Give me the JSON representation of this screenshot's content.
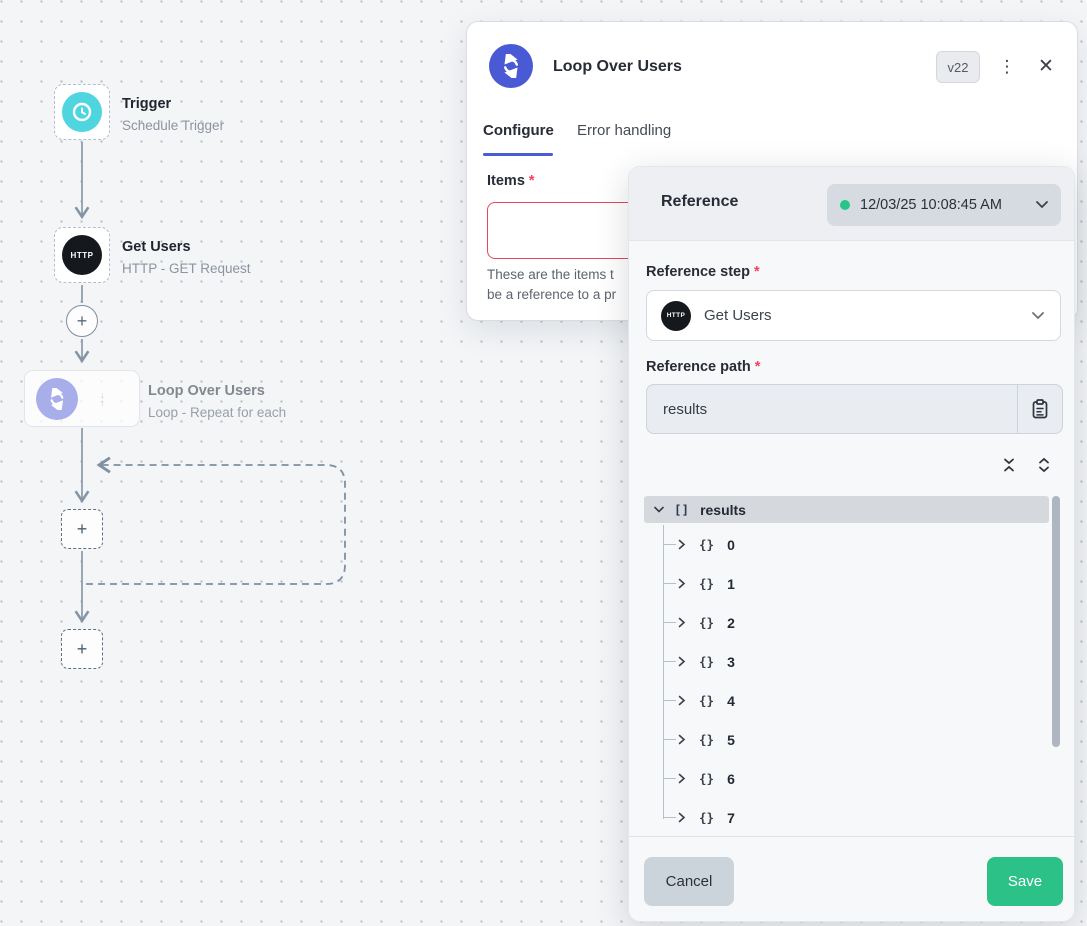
{
  "canvas": {
    "plus_label": "+",
    "trigger_node": {
      "title": "Trigger",
      "subtitle": "Schedule Trigger"
    },
    "http_node": {
      "title": "Get Users",
      "subtitle": "HTTP - GET Request",
      "badge": "HTTP"
    },
    "loop_node": {
      "title": "Loop Over Users",
      "subtitle": "Loop - Repeat for each"
    }
  },
  "modal": {
    "title": "Loop Over Users",
    "version_badge": "v22",
    "icons": {
      "kebab": "⋮",
      "close": "✕"
    },
    "tabs": [
      {
        "label": "Configure"
      },
      {
        "label": "Error handling"
      }
    ],
    "items_field": {
      "label": "Items",
      "required_mark": "*",
      "value": "",
      "helper_line1": "These are the items t",
      "helper_line2": "be a reference to a pr"
    }
  },
  "reference_panel": {
    "title": "Reference",
    "run_selector": {
      "value": "12/03/25 10:08:45 AM",
      "status_color": "#2bc488"
    },
    "reference_step": {
      "label": "Reference step",
      "required_mark": "*",
      "value": "Get Users",
      "badge": "HTTP"
    },
    "reference_path": {
      "label": "Reference path",
      "required_mark": "*",
      "value": "results"
    },
    "tree": {
      "root_key": "results",
      "root_type_glyph": "[]",
      "child_type_glyph": "{}",
      "children": [
        "0",
        "1",
        "2",
        "3",
        "4",
        "5",
        "6",
        "7"
      ]
    },
    "footer": {
      "cancel_label": "Cancel",
      "save_label": "Save"
    }
  },
  "colors": {
    "accent_indigo": "#4a5ad4",
    "node_teal": "#4fd5e0",
    "badge_black": "#15181d",
    "error_red": "#e5475f",
    "save_green": "#2cc187",
    "status_green": "#2bc488"
  }
}
